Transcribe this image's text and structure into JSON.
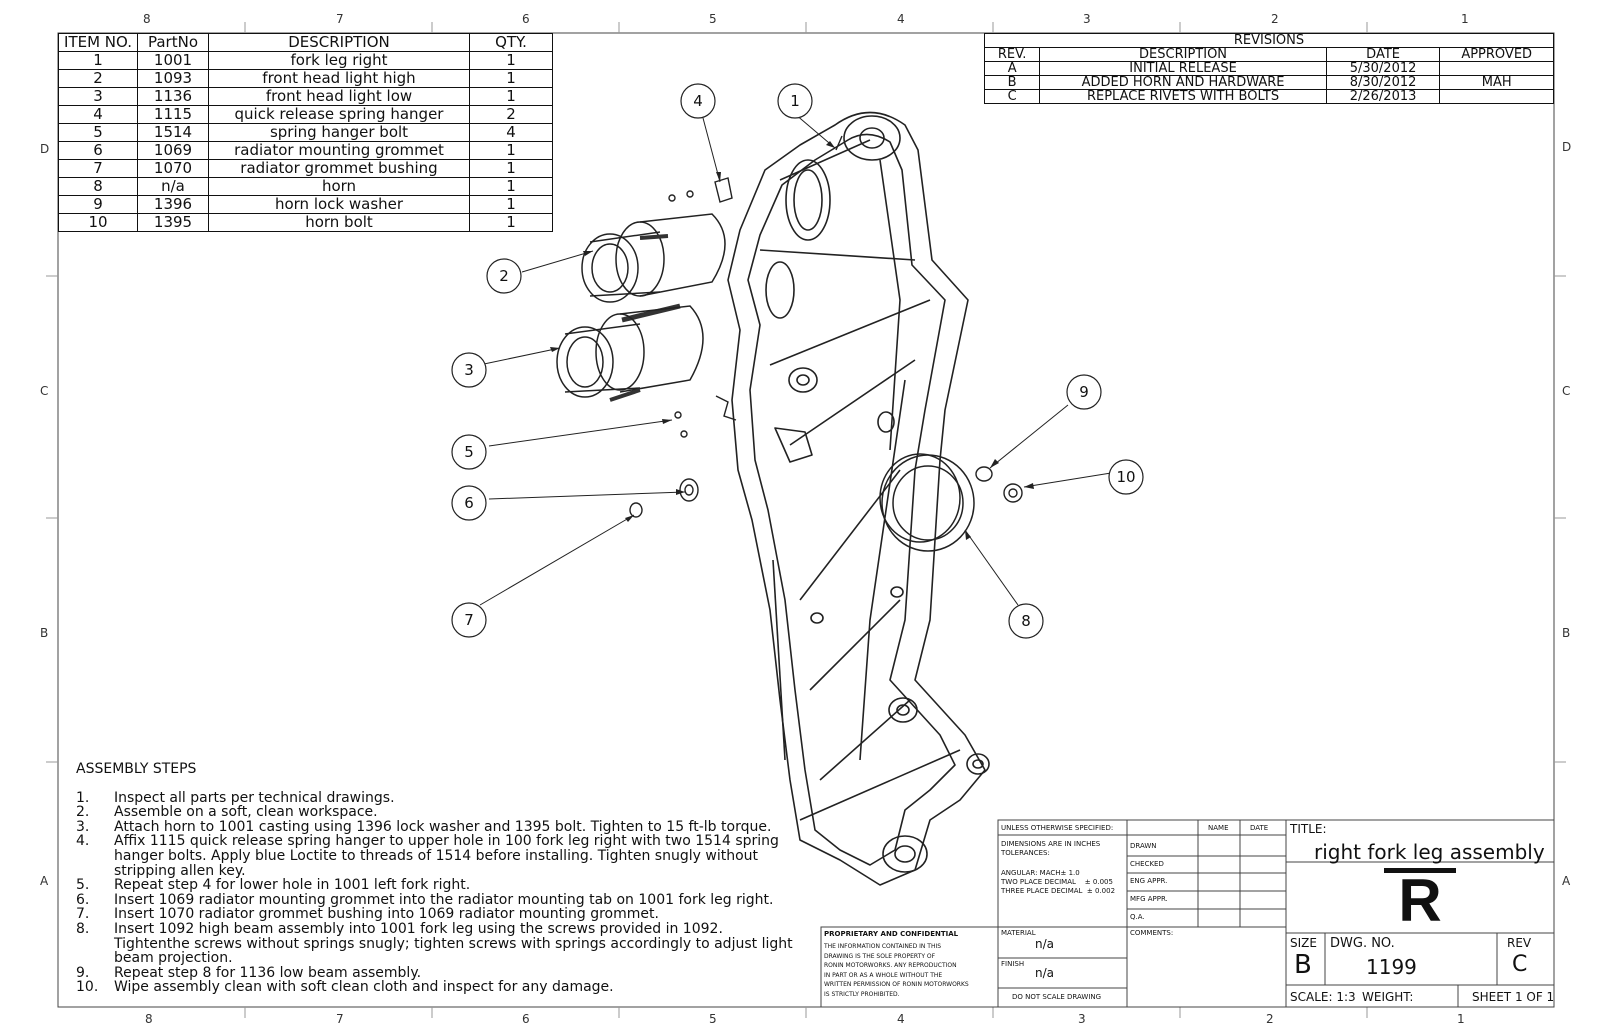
{
  "zones": {
    "top": [
      "8",
      "7",
      "6",
      "5",
      "4",
      "3",
      "2",
      "1"
    ],
    "bottom": [
      "8",
      "7",
      "6",
      "5",
      "4",
      "3",
      "2",
      "1"
    ],
    "left": [
      "D",
      "C",
      "B",
      "A"
    ],
    "right": [
      "D",
      "C",
      "B",
      "A"
    ]
  },
  "bom": {
    "headers": [
      "ITEM NO.",
      "PartNo",
      "DESCRIPTION",
      "QTY."
    ],
    "rows": [
      [
        "1",
        "1001",
        "fork leg right",
        "1"
      ],
      [
        "2",
        "1093",
        "front head light high",
        "1"
      ],
      [
        "3",
        "1136",
        "front head light low",
        "1"
      ],
      [
        "4",
        "1115",
        "quick release spring hanger",
        "2"
      ],
      [
        "5",
        "1514",
        "spring hanger bolt",
        "4"
      ],
      [
        "6",
        "1069",
        "radiator mounting grommet",
        "1"
      ],
      [
        "7",
        "1070",
        "radiator grommet bushing",
        "1"
      ],
      [
        "8",
        "n/a",
        "horn",
        "1"
      ],
      [
        "9",
        "1396",
        "horn lock washer",
        "1"
      ],
      [
        "10",
        "1395",
        "horn bolt",
        "1"
      ]
    ]
  },
  "revisions": {
    "title": "REVISIONS",
    "headers": [
      "REV.",
      "DESCRIPTION",
      "DATE",
      "APPROVED"
    ],
    "rows": [
      [
        "A",
        "INITIAL RELEASE",
        "5/30/2012",
        ""
      ],
      [
        "B",
        "ADDED HORN AND HARDWARE",
        "8/30/2012",
        "MAH"
      ],
      [
        "C",
        "REPLACE RIVETS WITH BOLTS",
        "2/26/2013",
        ""
      ]
    ]
  },
  "balloons": [
    "1",
    "2",
    "3",
    "4",
    "5",
    "6",
    "7",
    "8",
    "9",
    "10"
  ],
  "assembly": {
    "heading": "ASSEMBLY STEPS",
    "steps": [
      {
        "n": "1.",
        "text": "Inspect all parts per technical drawings."
      },
      {
        "n": "2.",
        "text": "Assemble on a soft, clean workspace."
      },
      {
        "n": "3.",
        "text": "Attach horn to 1001 casting using 1396 lock washer and 1395 bolt.  Tighten to 15 ft-lb torque."
      },
      {
        "n": "4.",
        "text": "Affix 1115 quick release spring hanger to upper hole in 100 fork leg right with two 1514 spring hanger bolts. Apply blue Loctite to threads of 1514 before installing.  Tighten snugly without stripping allen key."
      },
      {
        "n": "5.",
        "text": "Repeat step 4 for lower hole in 1001 left fork right."
      },
      {
        "n": "6.",
        "text": "Insert 1069 radiator mounting grommet into the radiator mounting tab on 1001 fork leg right."
      },
      {
        "n": "7.",
        "text": "Insert 1070 radiator grommet bushing into 1069 radiator mounting grommet."
      },
      {
        "n": "8.",
        "text": "Insert 1092 high beam assembly into 1001 fork leg using the screws provided in 1092. Tightenthe screws without springs snugly; tighten screws with springs accordingly to adjust light beam projection."
      },
      {
        "n": "9.",
        "text": "Repeat step 8 for 1136 low beam assembly."
      },
      {
        "n": "10.",
        "text": "Wipe assembly clean with soft clean cloth and inspect for any damage."
      }
    ]
  },
  "title_block": {
    "unless": "UNLESS OTHERWISE SPECIFIED:",
    "dims": "DIMENSIONS ARE IN INCHES",
    "tol": "TOLERANCES:",
    "angular": "ANGULAR: MACH± 1.0",
    "two_place": "TWO PLACE DECIMAL    ± 0.005",
    "three_place": "THREE PLACE DECIMAL  ± 0.002",
    "name": "NAME",
    "date": "DATE",
    "roles": [
      "DRAWN",
      "CHECKED",
      "ENG APPR.",
      "MFG APPR.",
      "Q.A.",
      "COMMENTS:"
    ],
    "material_label": "MATERIAL",
    "material_value": "n/a",
    "finish_label": "FINISH",
    "finish_value": "n/a",
    "do_not_scale": "DO NOT SCALE DRAWING",
    "prop_title": "PROPRIETARY AND CONFIDENTIAL",
    "prop_lines": [
      "THE INFORMATION CONTAINED IN THIS",
      "DRAWING IS THE SOLE PROPERTY OF",
      "RONIN MOTORWORKS.  ANY REPRODUCTION",
      "IN PART OR AS A WHOLE WITHOUT THE",
      "WRITTEN PERMISSION OF RONIN MOTORWORKS",
      "IS STRICTLY PROHIBITED."
    ],
    "title_label": "TITLE:",
    "title_value": "right fork leg assembly",
    "logo_letter": "R",
    "size_label": "SIZE",
    "size_value": "B",
    "dwg_label": "DWG.  NO.",
    "dwg_value": "1199",
    "rev_label": "REV",
    "rev_value": "C",
    "scale": "SCALE: 1:3",
    "weight": "WEIGHT:",
    "sheet": "SHEET 1 OF 1"
  }
}
